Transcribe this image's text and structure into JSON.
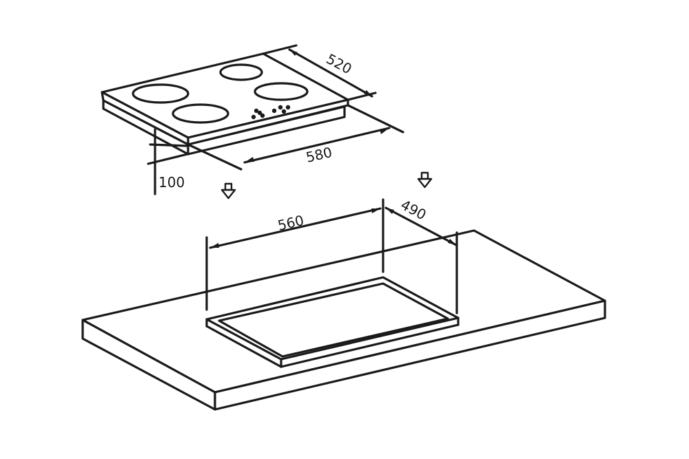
{
  "diagram": {
    "hob": {
      "depth_label": "520",
      "width_label": "580",
      "height_label": "100"
    },
    "cutout": {
      "width_label": "560",
      "depth_label": "490"
    },
    "colors": {
      "line": "#1a1a1a",
      "background": "#ffffff"
    }
  }
}
